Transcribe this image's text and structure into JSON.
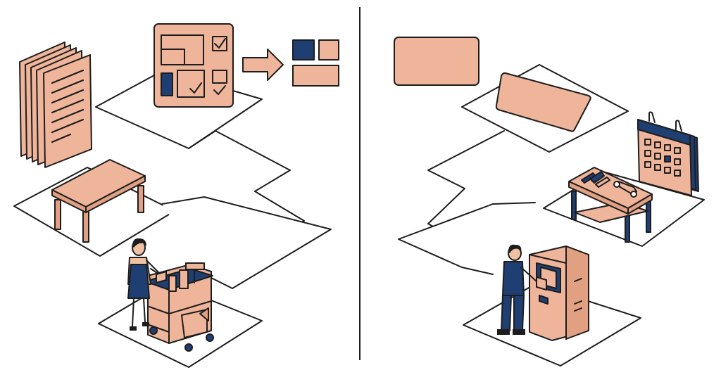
{
  "illustration": {
    "colors": {
      "paper": "#ffffff",
      "outline": "#1d1d1d",
      "peach": "#efb59a",
      "peach_dark": "#e2a083",
      "navy": "#1f3f73",
      "skin": "#f0c2a4",
      "hair": "#1d1d1d"
    },
    "left_panel": {
      "stations": [
        {
          "id": "documents",
          "icon": "document-stack-icon"
        },
        {
          "id": "floor-plan",
          "icon": "floor-plan-checklist-icon"
        },
        {
          "id": "layout-result",
          "icon": "arranged-blocks-icon"
        },
        {
          "id": "table",
          "icon": "table-icon"
        },
        {
          "id": "cleaning",
          "icon": "cleaning-cart-icon"
        }
      ]
    },
    "right_panel": {
      "stations": [
        {
          "id": "blank-card",
          "icon": "blank-card-icon"
        },
        {
          "id": "tilted-card",
          "icon": "card-icon"
        },
        {
          "id": "calendar",
          "icon": "calendar-icon"
        },
        {
          "id": "workbench",
          "icon": "workbench-tools-icon"
        },
        {
          "id": "machine-maintenance",
          "icon": "technician-machine-icon"
        }
      ]
    }
  }
}
